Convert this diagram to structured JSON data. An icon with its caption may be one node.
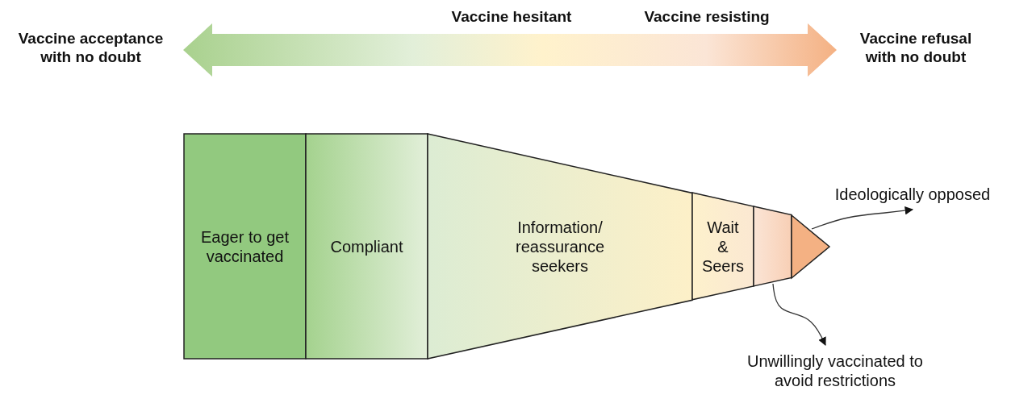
{
  "diagram": {
    "nodes": [
      {
        "text": [
          "Vaccine acceptance with no doubt"
        ]
      },
      {
        "text": [
          "Vaccine refusal with no doubt"
        ]
      },
      {
        "text": [
          "Eager to get vaccinated"
        ]
      },
      {
        "text": [
          "Compliant"
        ]
      },
      {
        "text": [
          "Information/ reassurance seekers"
        ]
      },
      {
        "text": [
          "Wait & Seers"
        ]
      },
      {
        "text": [],
        "shape": "box"
      },
      {
        "text": [],
        "shape": "triangle"
      },
      {
        "text": [
          "Ideologically opposed"
        ]
      },
      {
        "text": [
          "Unwillingly vaccinated to avoid restrictions"
        ]
      }
    ],
    "edges": [
      {
        "from": 0,
        "to": 1,
        "arrow": "both",
        "style": "thick"
      },
      {
        "from": 7,
        "to": 8,
        "arrow": "to"
      },
      {
        "from": 6,
        "to": 9,
        "arrow": "to"
      }
    ],
    "labels": [
      "Vaccine hesitant",
      "Vaccine resisting"
    ]
  }
}
